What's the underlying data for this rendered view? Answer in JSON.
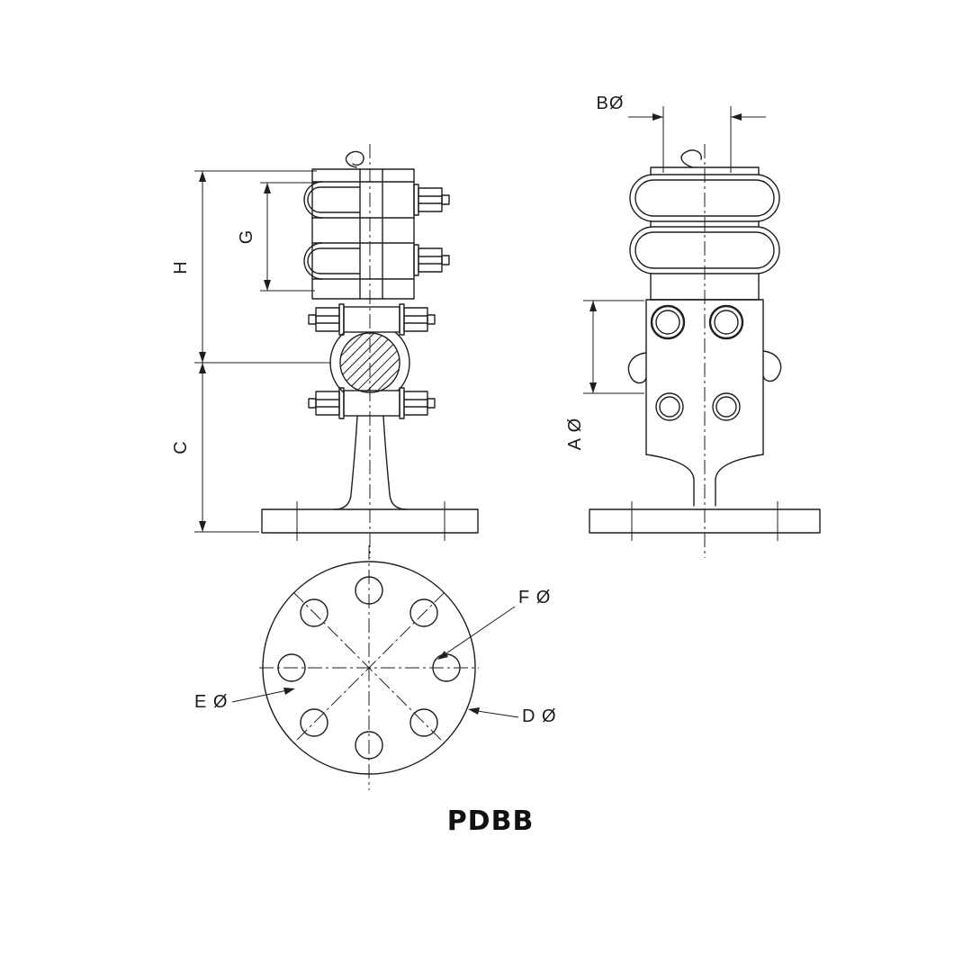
{
  "title": "PDBB",
  "colors": {
    "line": "#1f1f1f",
    "background": "#ffffff"
  },
  "dimensions": {
    "h": "H",
    "g": "G",
    "c": "C",
    "b_dia": "BØ",
    "a_dia": "A Ø",
    "f_dia": "F Ø",
    "e_dia": "E Ø",
    "d_dia": "D Ø"
  }
}
